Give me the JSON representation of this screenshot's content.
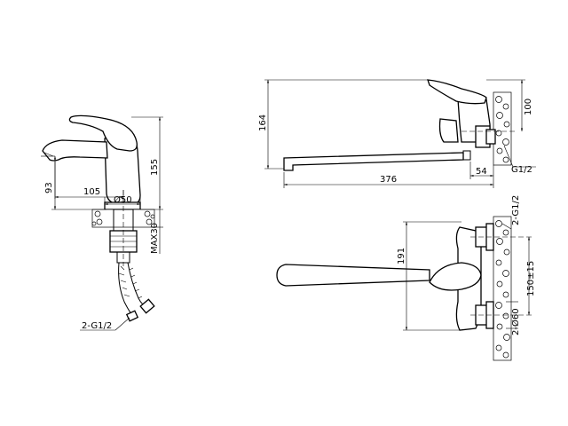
{
  "drawing": {
    "side_view": {
      "dim_height_total": "155",
      "dim_spout_height": "93",
      "dim_spout_reach": "105",
      "dim_base_diameter": "Ø50",
      "dim_max_thickness": "MAX30",
      "hose_label": "2-G1/2"
    },
    "wall_side_view": {
      "dim_height": "164",
      "dim_offset": "100",
      "dim_spout_length": "376",
      "dim_connector": "54",
      "thread_label": "G1/2"
    },
    "top_view": {
      "dim_depth": "191",
      "thread_label": "2-G1/2",
      "dim_centers": "150±15",
      "dim_flange": "2-Ø60"
    }
  }
}
